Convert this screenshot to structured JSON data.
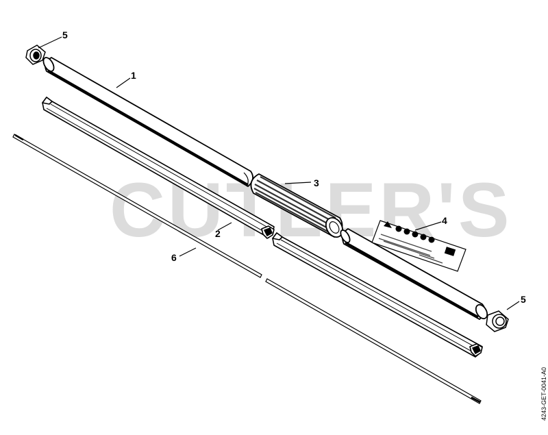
{
  "watermark": "CUTLER'S",
  "document_id": "4243-GET-0041-A0",
  "callouts": {
    "c1": "1",
    "c2": "2",
    "c3": "3",
    "c4": "4",
    "c5a": "5",
    "c5b": "5",
    "c6": "6"
  },
  "colors": {
    "line": "#000000",
    "fill": "#ffffff",
    "grip": "#333333",
    "watermark": "#dcdcdc"
  },
  "icons": [
    "warning-triangle-icon",
    "read-manual-icon",
    "eye-protection-icon",
    "hearing-protection-icon",
    "gloves-icon",
    "footwear-icon",
    "distance-icon"
  ]
}
